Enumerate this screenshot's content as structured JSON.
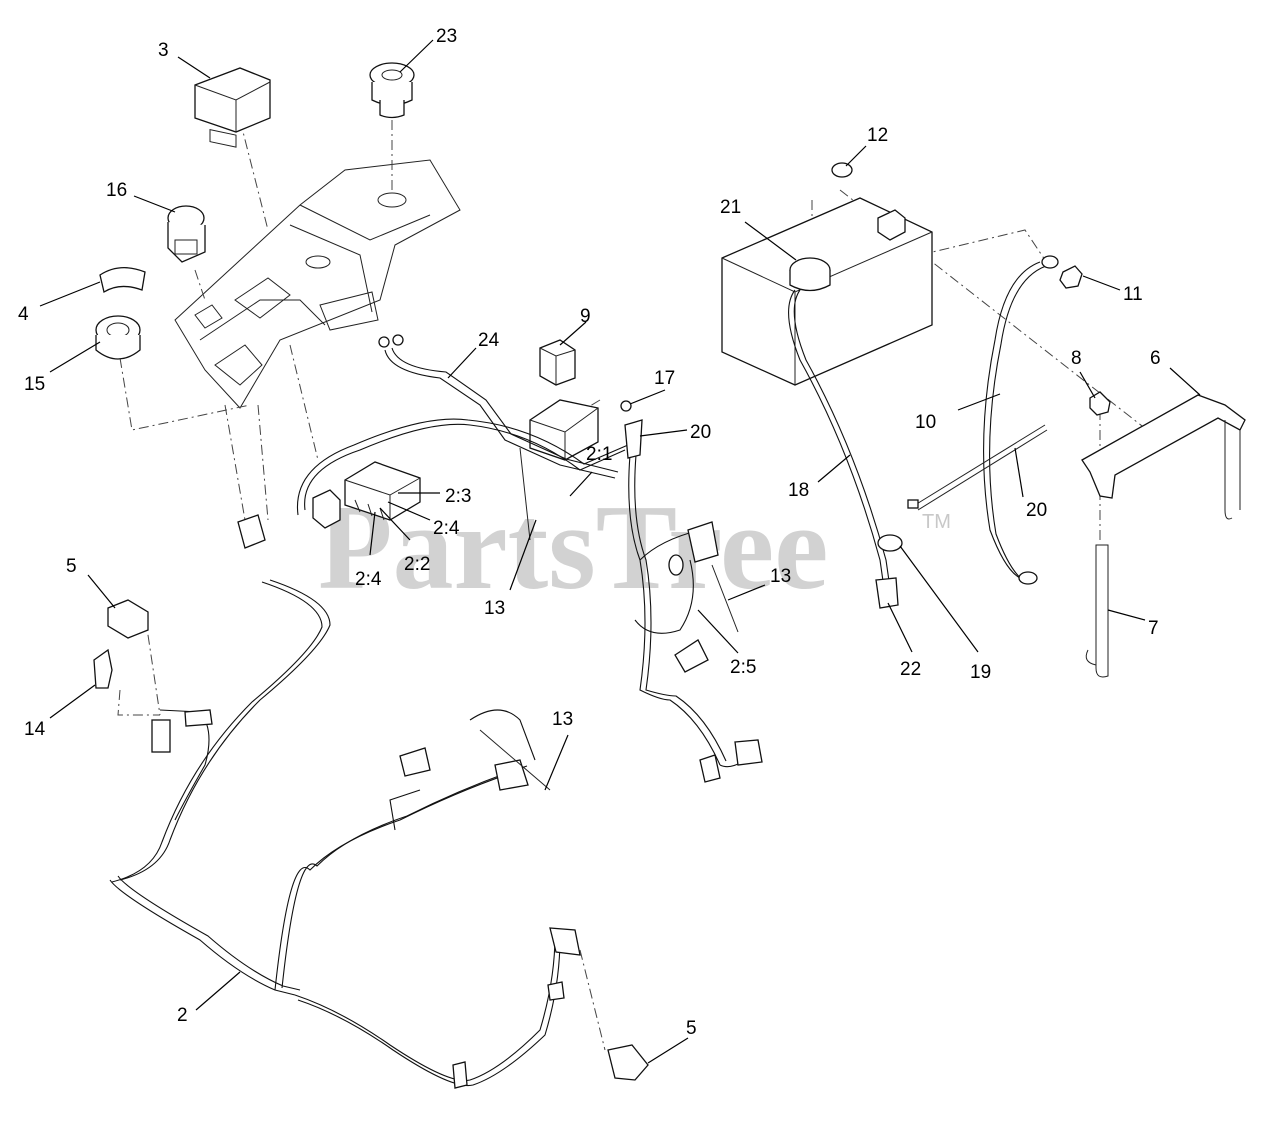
{
  "watermark": {
    "text": "PartsTree",
    "tm": "TM"
  },
  "callouts": [
    {
      "id": "c3",
      "label": "3"
    },
    {
      "id": "c23",
      "label": "23"
    },
    {
      "id": "c16",
      "label": "16"
    },
    {
      "id": "c4",
      "label": "4"
    },
    {
      "id": "c15",
      "label": "15"
    },
    {
      "id": "c24",
      "label": "24"
    },
    {
      "id": "c9",
      "label": "9"
    },
    {
      "id": "c17",
      "label": "17"
    },
    {
      "id": "c21",
      "label": "21"
    },
    {
      "id": "c12",
      "label": "12"
    },
    {
      "id": "c11",
      "label": "11"
    },
    {
      "id": "c8",
      "label": "8"
    },
    {
      "id": "c6",
      "label": "6"
    },
    {
      "id": "c10",
      "label": "10"
    },
    {
      "id": "c18",
      "label": "18"
    },
    {
      "id": "c20a",
      "label": "20"
    },
    {
      "id": "c20b",
      "label": "20"
    },
    {
      "id": "c21b",
      "label": "2:1"
    },
    {
      "id": "c23b",
      "label": "2:3"
    },
    {
      "id": "c24a",
      "label": "2:4"
    },
    {
      "id": "c22b",
      "label": "2:2"
    },
    {
      "id": "c24b",
      "label": "2:4"
    },
    {
      "id": "c25",
      "label": "2:5"
    },
    {
      "id": "c13a",
      "label": "13"
    },
    {
      "id": "c13b",
      "label": "13"
    },
    {
      "id": "c13c",
      "label": "13"
    },
    {
      "id": "c5a",
      "label": "5"
    },
    {
      "id": "c5b",
      "label": "5"
    },
    {
      "id": "c14",
      "label": "14"
    },
    {
      "id": "c2",
      "label": "2"
    },
    {
      "id": "c22",
      "label": "22"
    },
    {
      "id": "c19",
      "label": "19"
    },
    {
      "id": "c7",
      "label": "7"
    }
  ]
}
